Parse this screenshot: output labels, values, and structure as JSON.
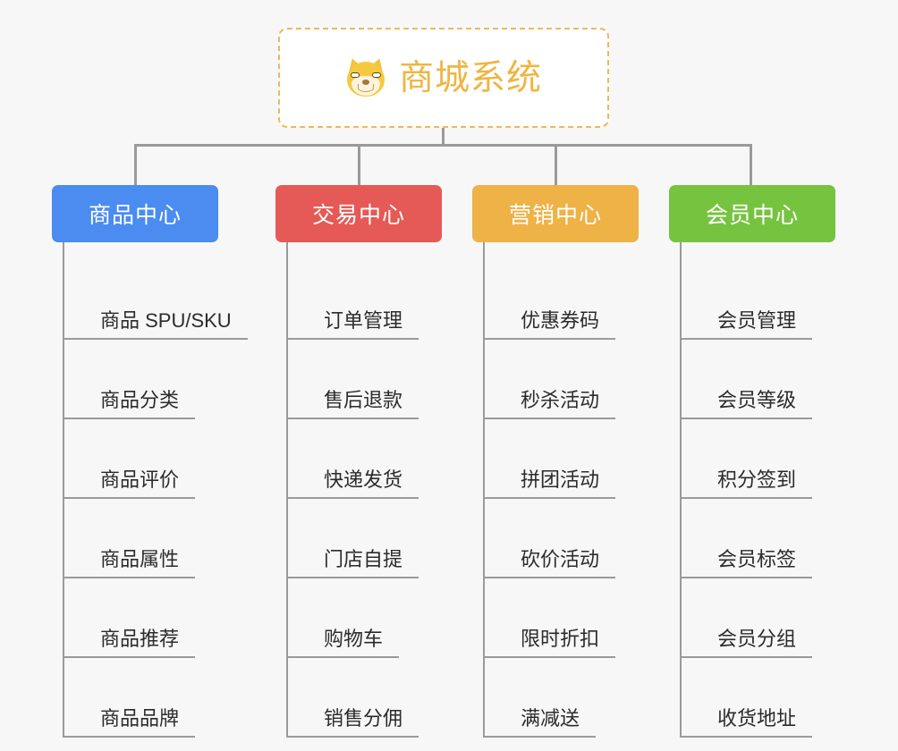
{
  "root": {
    "title": "商城系统",
    "icon": "shiba-dog-face-icon",
    "border_color": "#edb85c",
    "text_color": "#efb542",
    "background": "#ffffff"
  },
  "canvas": {
    "background": "#f7f7f7",
    "line_color": "#9a9a9a"
  },
  "branches": [
    {
      "label": "商品中心",
      "color": "#4a8cf0",
      "items": [
        "商品 SPU/SKU",
        "商品分类",
        "商品评价",
        "商品属性",
        "商品推荐",
        "商品品牌"
      ]
    },
    {
      "label": "交易中心",
      "color": "#e55a56",
      "items": [
        "订单管理",
        "售后退款",
        "快递发货",
        "门店自提",
        "购物车",
        "销售分佣"
      ]
    },
    {
      "label": "营销中心",
      "color": "#eeb246",
      "items": [
        "优惠券码",
        "秒杀活动",
        "拼团活动",
        "砍价活动",
        "限时折扣",
        "满减送"
      ]
    },
    {
      "label": "会员中心",
      "color": "#76c340",
      "items": [
        "会员管理",
        "会员等级",
        "积分签到",
        "会员标签",
        "会员分组",
        "收货地址"
      ]
    }
  ]
}
